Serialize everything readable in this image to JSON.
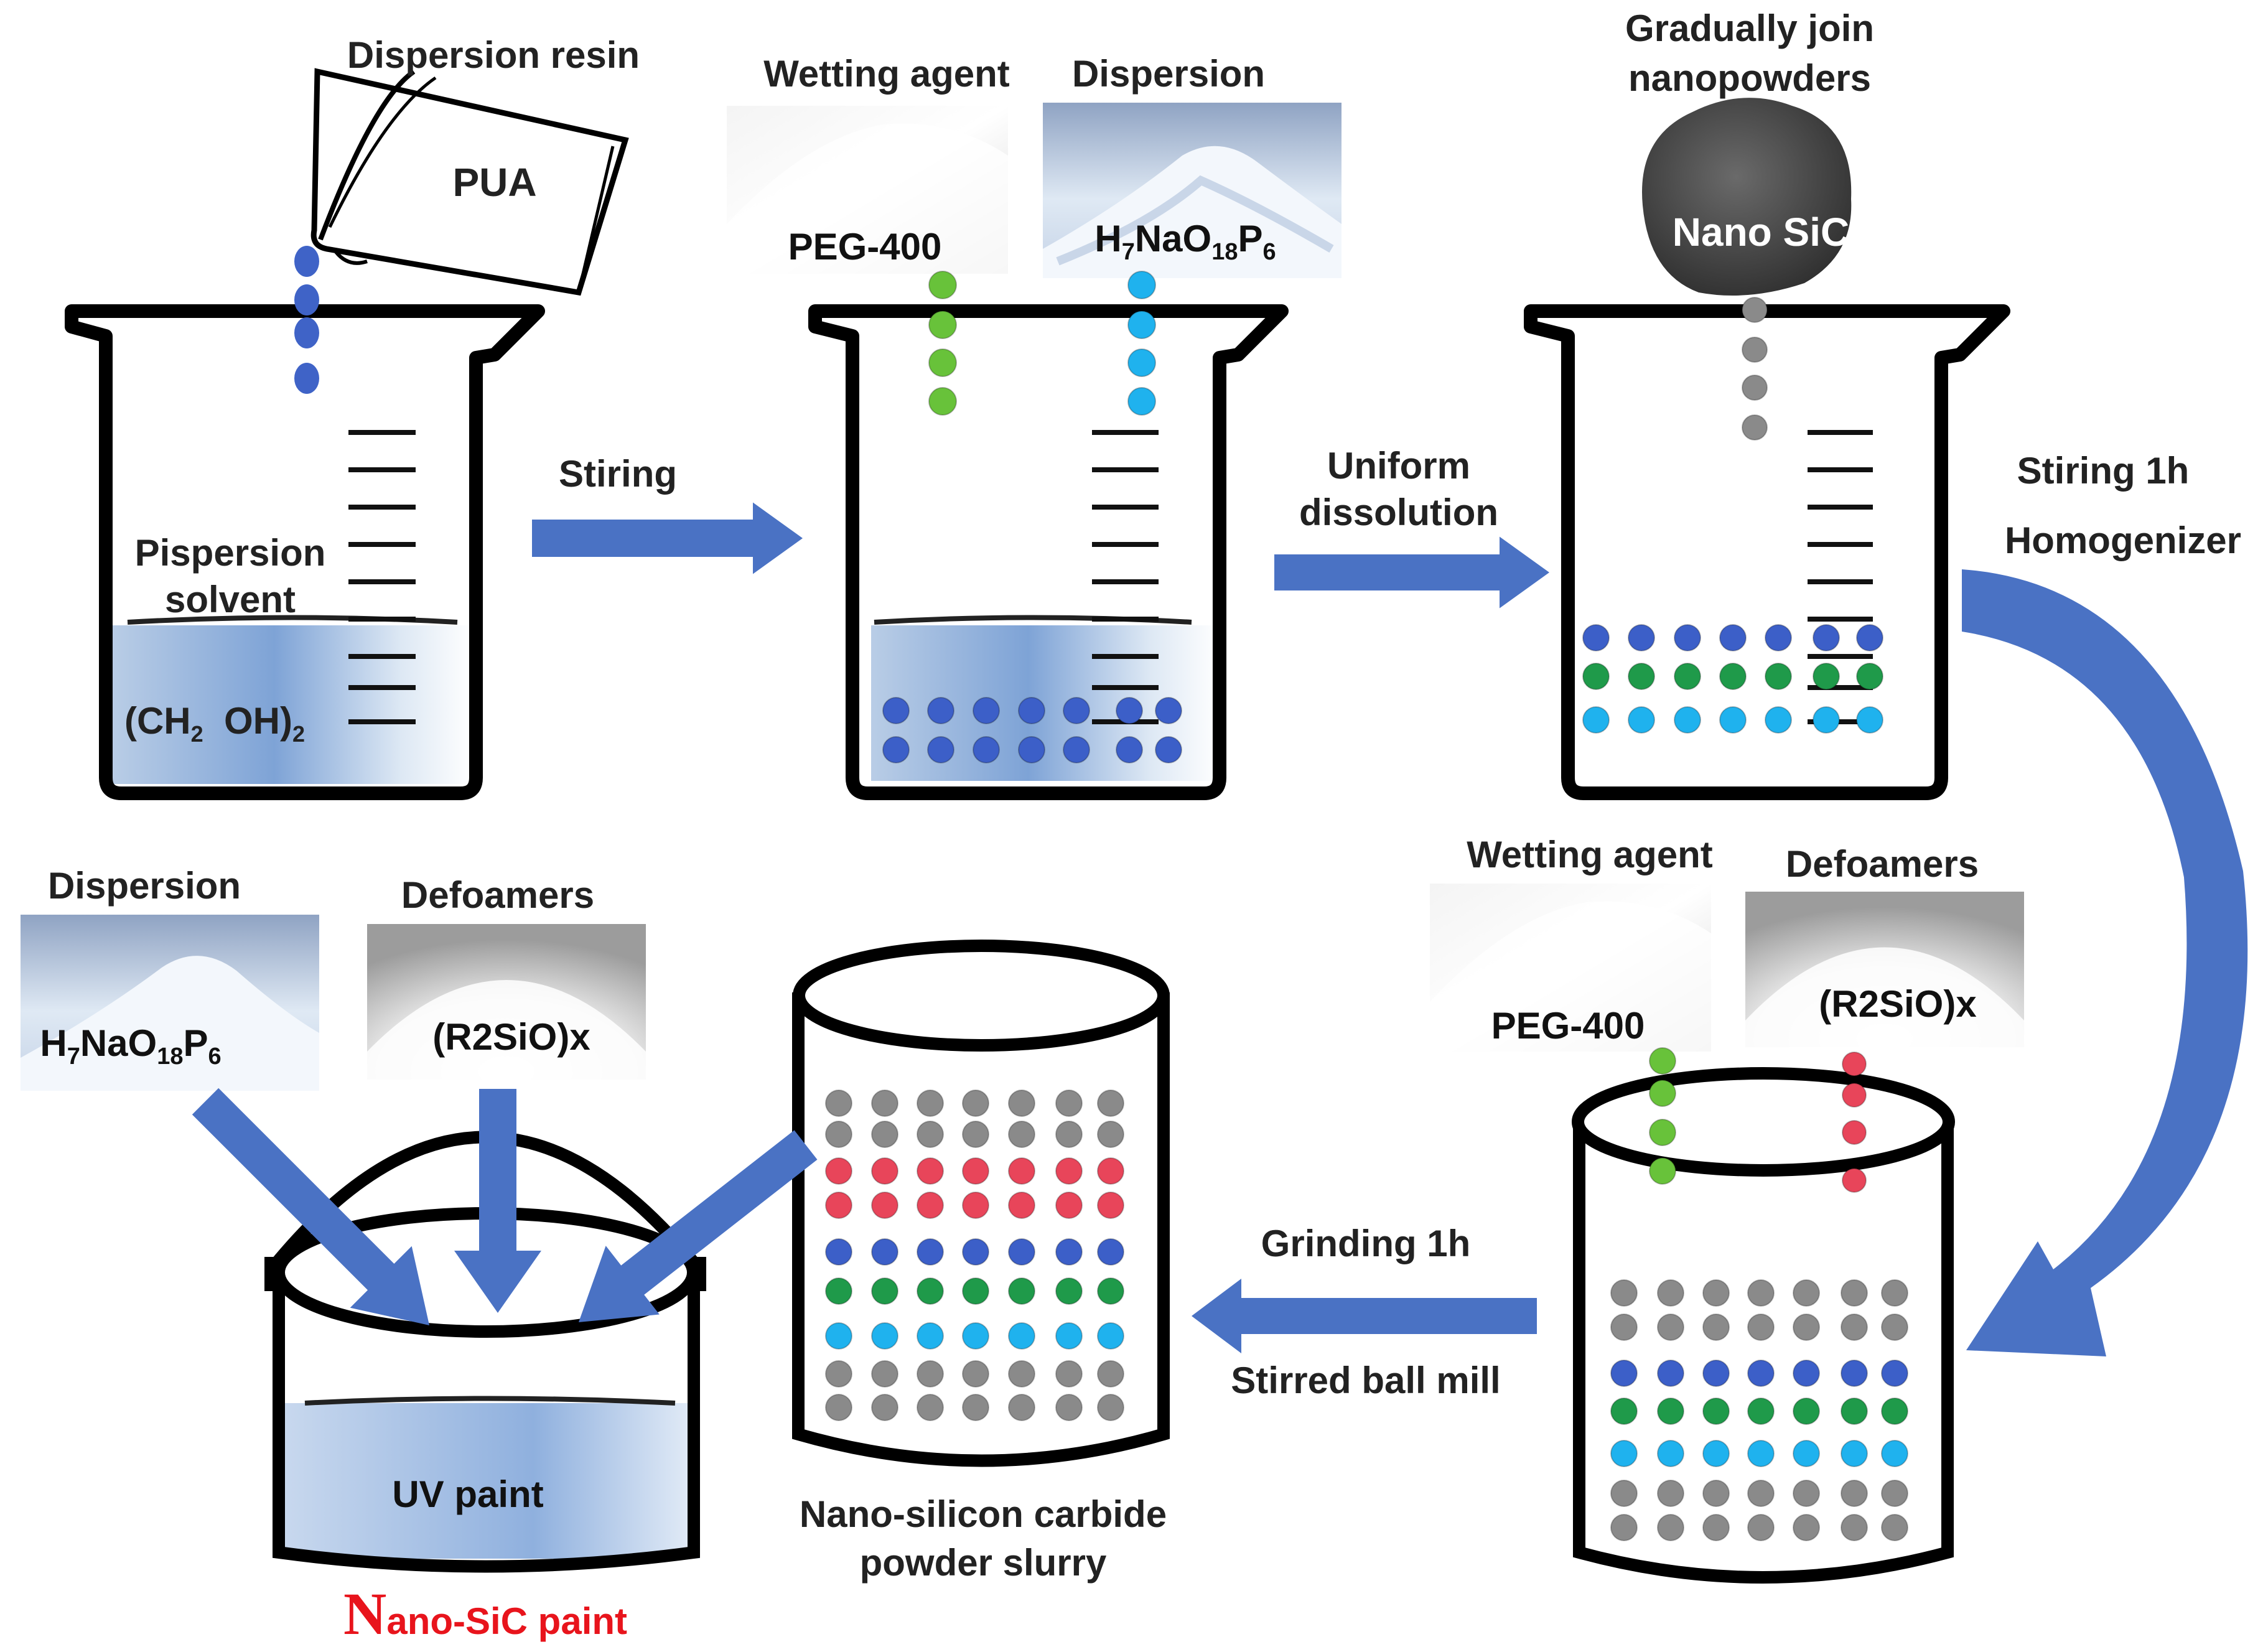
{
  "labels": {
    "dispersion_resin": "Dispersion resin",
    "pua": "PUA",
    "solvent_line1": "Pispersion",
    "solvent_line2": "solvent",
    "solvent_formula_a": "(CH",
    "solvent_formula_b": "2",
    "solvent_formula_c": "OH)",
    "solvent_formula_d": "2",
    "stiring": "Stiring",
    "wetting_agent": "Wetting agent",
    "dispersion": "Dispersion",
    "peg": "PEG-400",
    "formula_h": "H",
    "formula_7": "7",
    "formula_nao": "NaO",
    "formula_18": "18",
    "formula_p": "P",
    "formula_6": "6",
    "uniform_line1": "Uniform",
    "uniform_line2": "dissolution",
    "gradually_line1": "Gradually join",
    "gradually_line2": "nanopowders",
    "nano_sic": "Nano SiC",
    "stiring_1h": "Stiring 1h",
    "homogenizer": "Homogenizer",
    "defoamers": "Defoamers",
    "r2sio": "(R2SiO)x",
    "grinding": "Grinding 1h",
    "ball_mill": "Stirred ball mill",
    "slurry_line1": "Nano-silicon carbide",
    "slurry_line2": "powder slurry",
    "uv_paint": "UV paint",
    "final_big": "N",
    "final_rest": "ano-SiC paint"
  },
  "colors": {
    "arrow_blue": "#4a72c4",
    "resin_dot": "#3c5fc8",
    "wetting_dot": "#68c23a",
    "dispersion_dot": "#1fb2ee",
    "sic_dot": "#8a8a8a",
    "defoamer_dot": "#e8455a",
    "green_dot": "#1f9a4a",
    "final_label": "#e8141c"
  }
}
